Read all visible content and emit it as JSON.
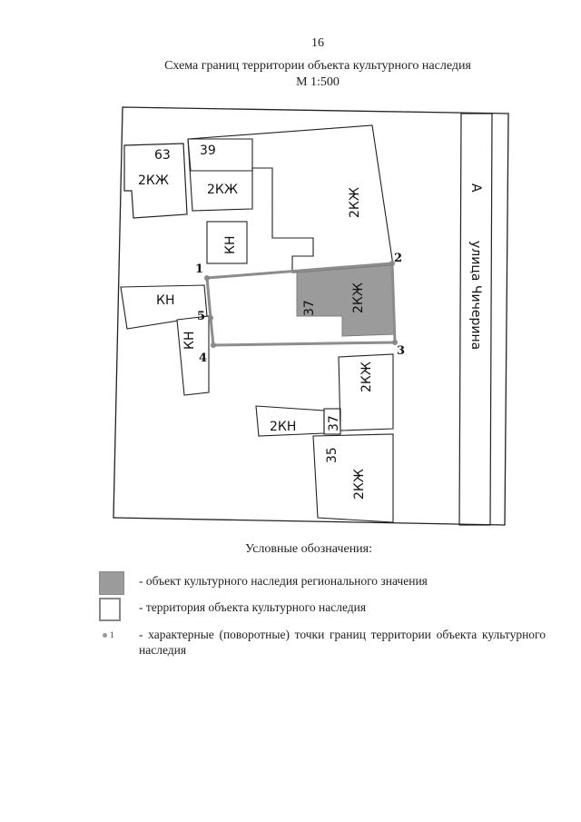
{
  "header": {
    "page_number": "16",
    "title_line1": "Схема границ территории объекта культурного наследия",
    "title_line2": "М 1:500"
  },
  "map": {
    "street_name": "улица Чичерина",
    "street_letter": "А",
    "buildings": {
      "b63_number": "63",
      "b63_type": "2КЖ",
      "b39_number": "39",
      "b39_type": "2КЖ",
      "main_type": "2КЖ",
      "kn_top": "КН",
      "kn_left": "КН",
      "kn_small": "КН",
      "heritage_number": "37",
      "heritage_type": "2КЖ",
      "b2kzh_lower": "2КЖ",
      "b2kn": "2КН",
      "b37_lower": "37",
      "b35_number": "35",
      "b35_type": "2КЖ"
    },
    "points": [
      "1",
      "2",
      "3",
      "4",
      "5"
    ],
    "colors": {
      "heritage_fill": "#9b9b9b",
      "boundary_stroke": "#8c8c8c",
      "building_stroke": "#222222"
    }
  },
  "legend": {
    "title": "Условные обозначения:",
    "item1": "- объект культурного наследия регионального значения",
    "item2": "- территория объекта культурного наследия",
    "item3_sample": "1",
    "item3": "- характерные (поворотные) точки границ территории объекта культурного наследия"
  }
}
